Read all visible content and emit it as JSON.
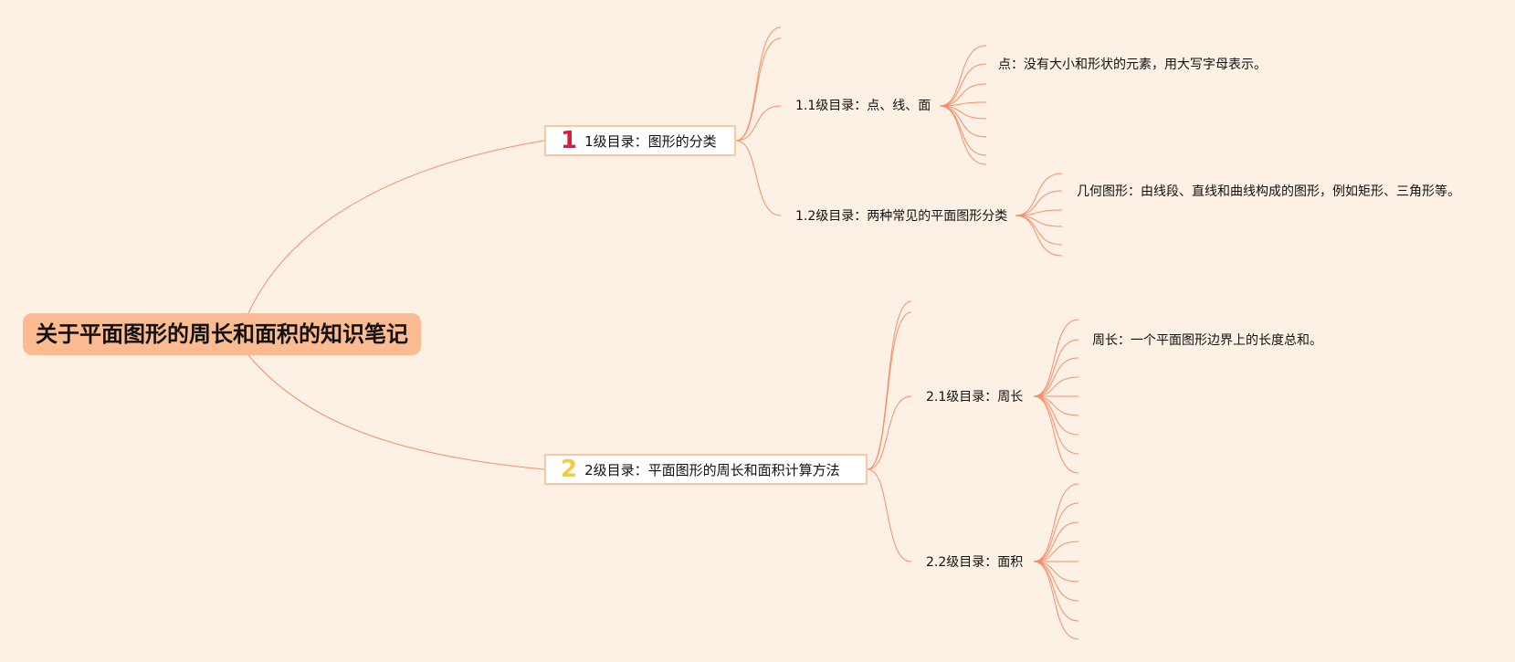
{
  "root": {
    "title": "关于平面图形的周长和面积的知识笔记"
  },
  "branches": [
    {
      "badge": "1",
      "label": "1级目录：图形的分类",
      "children": [
        {
          "label": "1.1级目录：点、线、面",
          "leaves": [
            "点：没有大小和形状的元素，用大写字母表示。"
          ]
        },
        {
          "label": "1.2级目录：两种常见的平面图形分类",
          "leaves": [
            "几何图形：由线段、直线和曲线构成的图形，例如矩形、三角形等。"
          ]
        }
      ]
    },
    {
      "badge": "2",
      "label": "2级目录：平面图形的周长和面积计算方法",
      "children": [
        {
          "label": "2.1级目录：周长",
          "leaves": [
            "周长：一个平面图形边界上的长度总和。"
          ]
        },
        {
          "label": "2.2级目录：面积",
          "leaves": []
        }
      ]
    }
  ],
  "colors": {
    "background": "#fdf0e4",
    "root": "#fdbb92",
    "line": "#f58f6b",
    "badge1": "#e0193a",
    "badge2": "#f3cc3a"
  }
}
